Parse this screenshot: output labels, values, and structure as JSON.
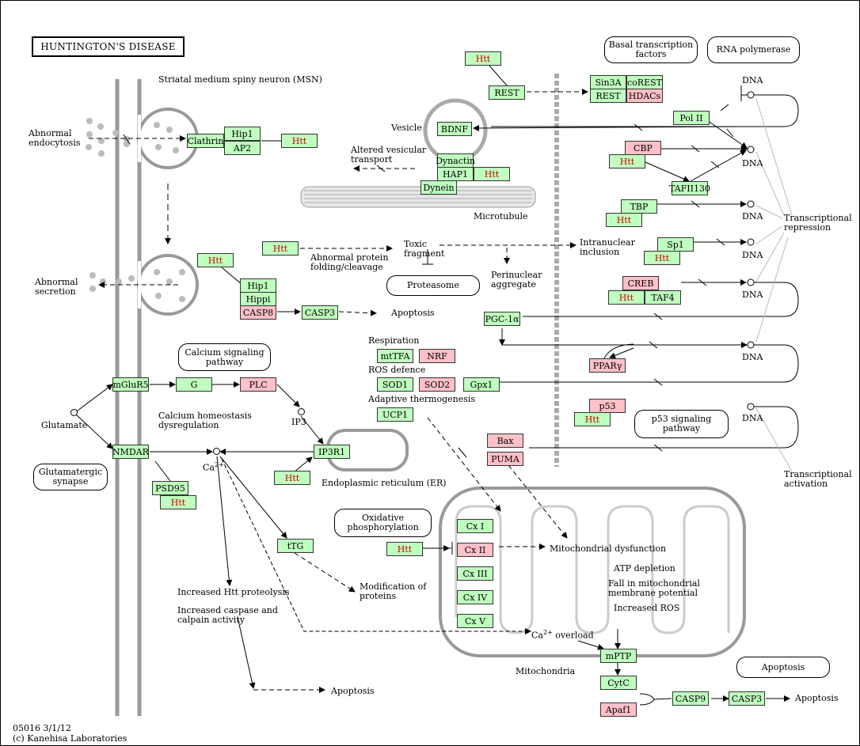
{
  "title": "HUNTINGTON'S DISEASE",
  "footer": {
    "code": "05016 3/1/12",
    "copyright": "(c) Kanehisa Laboratories"
  },
  "labels": {
    "msn": "Striatal medium spiny neuron (MSN)",
    "abn_endo": "Abnormal\nendocytosis",
    "abn_secr": "Abnormal\nsecretion",
    "vesicle": "Vesicle",
    "altered_vt": "Altered vesicular\ntransport",
    "microtubule": "Microtubule",
    "toxic": "Toxic\nfragment",
    "abn_fold": "Abnormal protein\nfolding/cleavage",
    "intranuc": "Intranuclear\ninclusion",
    "perinuc": "Perinuclear\naggregate",
    "apop1": "Apoptosis",
    "ca_homeo": "Calcium homeostasis\ndysregulation",
    "ip3": "IP3",
    "glutamate": "Glutamate",
    "ca": "Ca",
    "ca_sup": "2+",
    "er": "Endoplasmic reticulum (ER)",
    "respiration": "Respiration",
    "ros": "ROS defence",
    "adapt": "Adaptive thermogenesis",
    "inc_htt": "Increased Htt proteolysis",
    "inc_casp": "Increased caspase and\ncalpain activity",
    "apop_bottom": "Apoptosis",
    "mod_prot": "Modification of\nproteins",
    "mito_dys": "Mitochondrial dysfunction",
    "atp": "ATP depletion",
    "fall": "Fall in mitochondrial\nmembrane potential",
    "inc_ros": "Increased ROS",
    "ca_over": "Ca",
    "ca_over_sup": "2+",
    "ca_over_txt": "overload",
    "mitochondria": "Mitochondria",
    "apop_right": "Apoptosis",
    "dna": "DNA",
    "tr_repr": "Transcriptional\nrepression",
    "tr_act": "Transcriptional\nactivation"
  },
  "pathways": {
    "basal": "Basal transcription\nfactors",
    "rnapol": "RNA polymerase",
    "proteasome": "Proteasome",
    "calcium": "Calcium signaling\npathway",
    "glut": "Glutamatergic\nsynapse",
    "oxphos": "Oxidative\nphosphorylation",
    "p53": "p53 signaling\npathway",
    "apoptosis": "Apoptosis"
  },
  "genes": {
    "clathrin": "Clathrin",
    "hip1a": "Hip1",
    "ap2": "AP2",
    "htt_endo": "Htt",
    "htt_rest": "Htt",
    "rest1": "REST",
    "sin3a": "Sin3A",
    "corest": "coREST",
    "rest2": "REST",
    "hdacs": "HDACs",
    "bdnf": "BDNF",
    "dynactin": "Dynactin",
    "hap1": "HAP1",
    "htt_hap": "Htt",
    "dynein": "Dynein",
    "polii": "Pol II",
    "cbp": "CBP",
    "htt_cbp": "Htt",
    "taf130": "TAFII130",
    "tbp": "TBP",
    "htt_tbp": "Htt",
    "sp1": "Sp1",
    "htt_sp1": "Htt",
    "creb": "CREB",
    "htt_creb": "Htt",
    "taf4": "TAF4",
    "htt_sec": "Htt",
    "hip1b": "Hip1",
    "hippi": "Hippi",
    "casp8": "CASP8",
    "casp3a": "CASP3",
    "htt_toxic": "Htt",
    "pgc1a": "PGC-1α",
    "ppary": "PPARγ",
    "mttfa": "mtTFA",
    "nrf": "NRF",
    "sod1": "SOD1",
    "sod2": "SOD2",
    "gpx1": "Gpx1",
    "ucp1": "UCP1",
    "mglur5": "mGluR5",
    "gq": "G",
    "plc": "PLC",
    "nmdar": "NMDAR",
    "ip3r1": "IP3R1",
    "htt_ip3": "Htt",
    "psd95": "PSD95",
    "htt_psd": "Htt",
    "ttg": "tTG",
    "p53": "p53",
    "htt_p53": "Htt",
    "bax": "Bax",
    "puma": "PUMA",
    "htt_cx": "Htt",
    "cx1": "Cx I",
    "cx2": "Cx II",
    "cx3": "Cx III",
    "cx4": "Cx IV",
    "cx5": "Cx V",
    "mptp": "mPTP",
    "cytc": "CytC",
    "apaf1": "Apaf1",
    "casp9": "CASP9",
    "casp3b": "CASP3"
  },
  "colors": {
    "green": "#bfffbf",
    "pink": "#ffc0c8",
    "htt_text": "#d00000",
    "membrane": "#999999"
  }
}
